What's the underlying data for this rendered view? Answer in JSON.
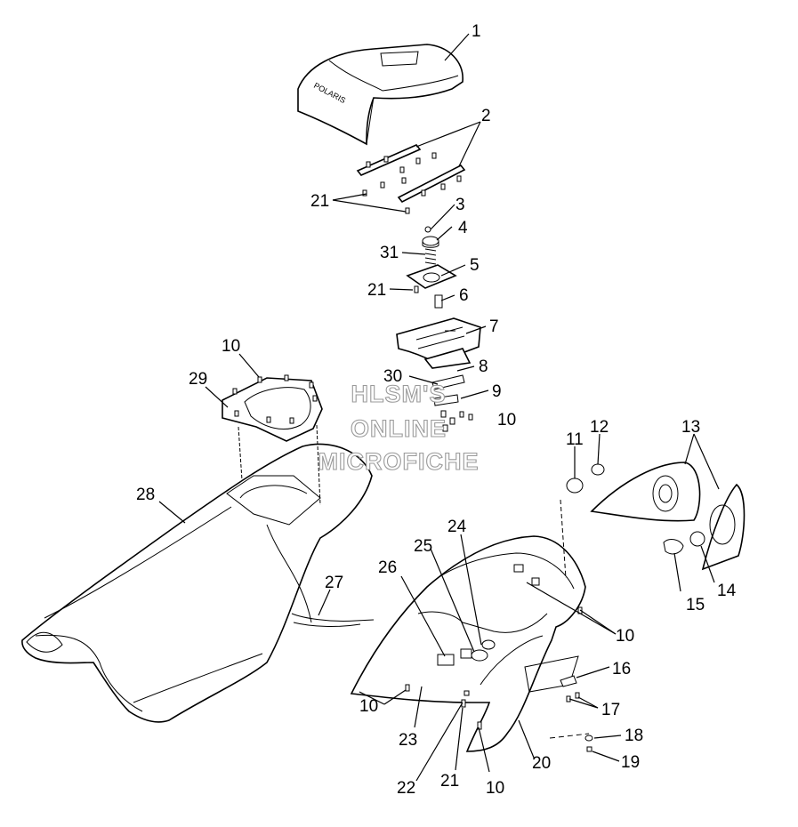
{
  "watermark": {
    "line1": "HLSM'S",
    "line2": "ONLINE",
    "line3": "MICROFICHE"
  },
  "brand": {
    "logo_text": "POLARIS"
  },
  "labels": {
    "l1": "1",
    "l2": "2",
    "l3": "3",
    "l4": "4",
    "l5": "5",
    "l6": "6",
    "l7": "7",
    "l8": "8",
    "l9": "9",
    "l10a": "10",
    "l10b": "10",
    "l10c": "10",
    "l10d": "10",
    "l10e": "10",
    "l11": "11",
    "l12": "12",
    "l13": "13",
    "l14": "14",
    "l15": "15",
    "l16": "16",
    "l17": "17",
    "l18": "18",
    "l19": "19",
    "l20": "20",
    "l21a": "21",
    "l21b": "21",
    "l21c": "21",
    "l22": "22",
    "l23": "23",
    "l24": "24",
    "l25": "25",
    "l26": "26",
    "l27": "27",
    "l28": "28",
    "l29": "29",
    "l30": "30",
    "l31": "31"
  }
}
